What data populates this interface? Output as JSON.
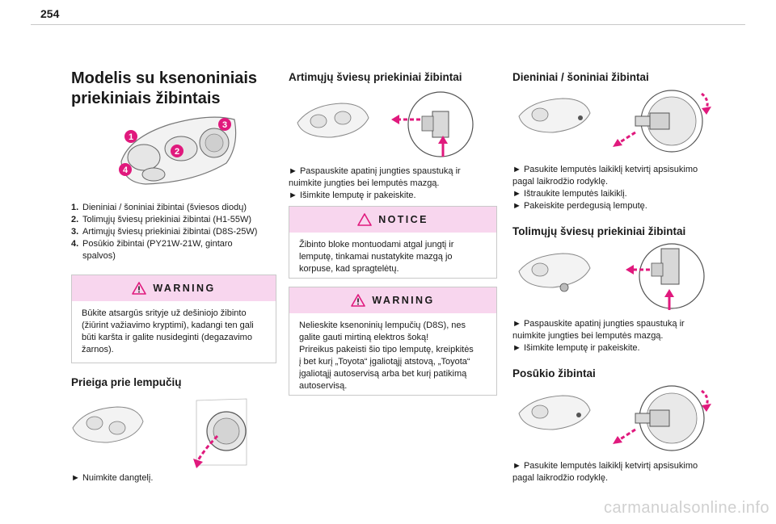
{
  "page": {
    "number": "254"
  },
  "col1": {
    "title": [
      "Modelis su ksenoniniais",
      "priekiniais žibintais"
    ],
    "list": [
      {
        "n": "1.",
        "text": "Dieniniai / šoniniai žibintai (šviesos diodų)"
      },
      {
        "n": "2.",
        "text": "Tolimųjų šviesų priekiniai žibintai (H1-55W)"
      },
      {
        "n": "3.",
        "text": "Artimųjų šviesų priekiniai žibintai (D8S-25W)"
      },
      {
        "n": "4.",
        "text": "Posūkio žibintai (PY21W-21W, gintaro"
      },
      {
        "n": "",
        "text": "spalvos)"
      }
    ],
    "warning": {
      "title": "WARNING",
      "lines": [
        "Būkite atsargūs srityje už dešiniojo žibinto",
        "(žiūrint važiavimo kryptimi), kadangi ten gali",
        "būti karšta ir galite nusideginti (degazavimo",
        "žarnos)."
      ]
    },
    "access_title": "Prieiga prie lempučių",
    "access_step": "► Nuimkite dangtelį.",
    "callouts": [
      "1",
      "2",
      "3",
      "4"
    ]
  },
  "col2": {
    "title": "Artimųjų šviesų priekiniai žibintai",
    "steps": [
      "► Paspauskite apatinį jungties spaustuką ir",
      "nuimkite jungties bei lemputės mazgą.",
      "► Išimkite lemputę ir pakeiskite."
    ],
    "notice": {
      "title": "NOTICE",
      "lines": [
        "Žibinto bloke montuodami atgal jungtį ir",
        "lemputę, tinkamai nustatykite mazgą jo",
        "korpuse, kad spragtelėtų."
      ]
    },
    "warning": {
      "title": "WARNING",
      "lines": [
        "Nelieskite ksenoninių lempučių (D8S), nes",
        "galite gauti mirtiną elektros šoką!",
        "Prireikus pakeisti šio tipo lemputę, kreipkitės",
        "į bet kurį „Toyota“ įgaliotąjį atstovą, „Toyota“",
        "įgaliotąjį autoservisą arba bet kurį patikimą",
        "autoservisą."
      ]
    }
  },
  "col3": {
    "section1": {
      "title": "Dieniniai / šoniniai žibintai",
      "steps": [
        "► Pasukite lemputės laikiklį ketvirtį apsisukimo",
        "pagal laikrodžio rodyklę.",
        "► Ištraukite lemputės laikiklį.",
        "► Pakeiskite perdegusią lemputę."
      ]
    },
    "section2": {
      "title": "Tolimųjų šviesų priekiniai žibintai",
      "steps": [
        "► Paspauskite apatinį jungties spaustuką ir",
        "nuimkite jungties bei lemputės mazgą.",
        "► Išimkite lemputę ir pakeiskite."
      ]
    },
    "section3": {
      "title": "Posūkio žibintai",
      "steps": [
        "► Pasukite lemputės laikiklį ketvirtį apsisukimo",
        "pagal laikrodžio rodyklę."
      ]
    }
  },
  "watermark": "carmanualsonline.info",
  "colors": {
    "accent": "#e0197d",
    "box_header": "#f8d6ee",
    "border": "#c9c9c9"
  }
}
